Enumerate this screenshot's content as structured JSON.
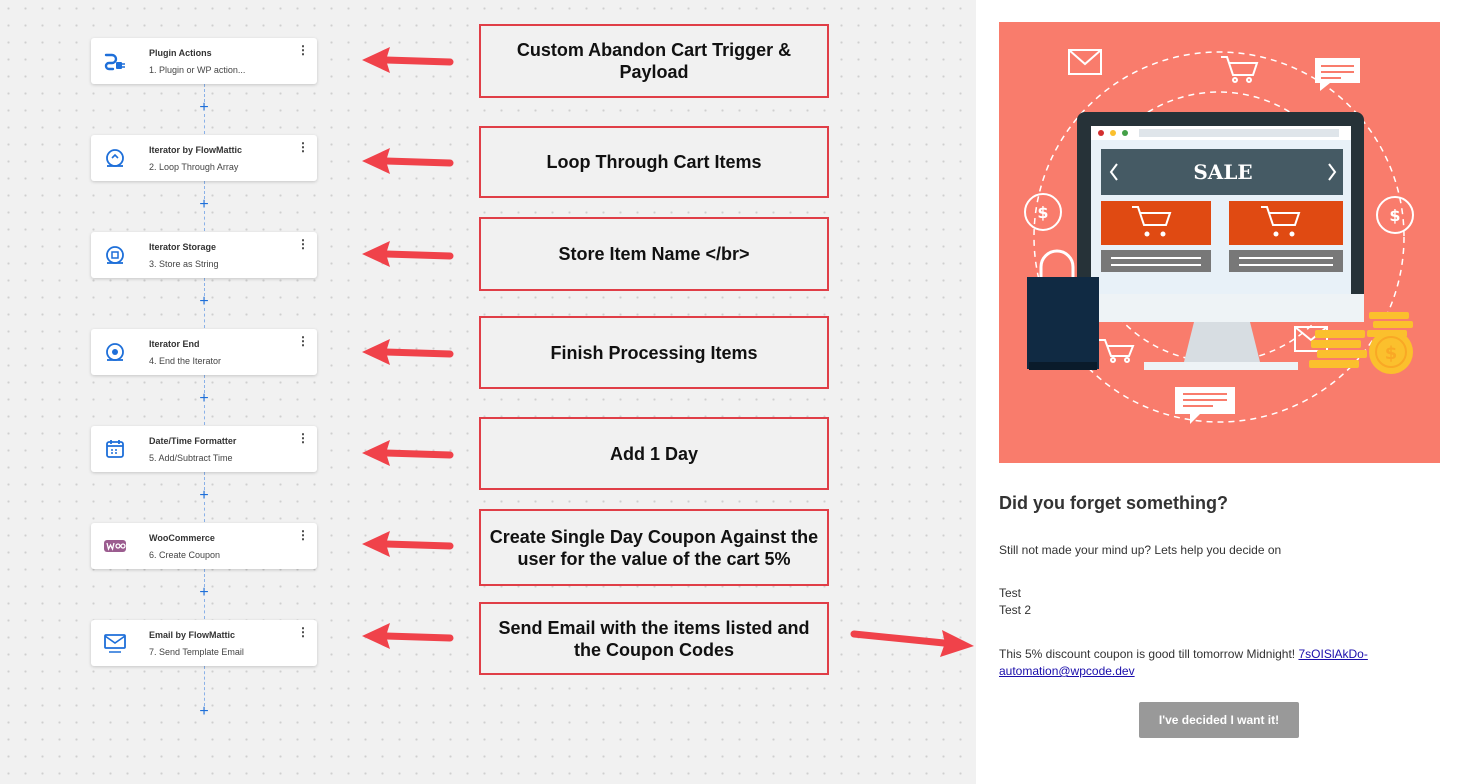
{
  "workflow": {
    "steps": [
      {
        "title": "Plugin Actions",
        "subtitle": "1. Plugin or WP action...",
        "icon": "plug-icon"
      },
      {
        "title": "Iterator by FlowMattic",
        "subtitle": "2. Loop Through Array",
        "icon": "iterator-icon"
      },
      {
        "title": "Iterator Storage",
        "subtitle": "3. Store as String",
        "icon": "iterator-storage-icon"
      },
      {
        "title": "Iterator End",
        "subtitle": "4. End the Iterator",
        "icon": "iterator-end-icon"
      },
      {
        "title": "Date/Time Formatter",
        "subtitle": "5. Add/Subtract Time",
        "icon": "calendar-icon"
      },
      {
        "title": "WooCommerce",
        "subtitle": "6. Create Coupon",
        "icon": "woocommerce-icon"
      },
      {
        "title": "Email by FlowMattic",
        "subtitle": "7. Send Template Email",
        "icon": "email-icon"
      }
    ],
    "add_symbol": "+",
    "menu_symbol": "⋮"
  },
  "annotations": [
    "Custom Abandon Cart Trigger & Payload",
    "Loop Through Cart Items",
    "Store Item Name </br>",
    "Finish Processing Items",
    "Add 1 Day",
    "Create Single Day Coupon Against the user for the value of the cart 5%",
    "Send Email with the items listed and the Coupon Codes"
  ],
  "email": {
    "hero": {
      "banner_text": "SALE"
    },
    "heading": "Did you forget something?",
    "intro": "Still not made your mind up? Lets help you decide on",
    "items": [
      "Test",
      "Test 2"
    ],
    "coupon_text": "This 5% discount coupon is good till tomorrow Midnight! ",
    "coupon_code": "7sOISlAkDo-automation@wpcode.dev",
    "button_label": "I've decided I want it!"
  },
  "colors": {
    "accent_red": "#e03e47",
    "arrow_red": "#f0424a",
    "hero_bg": "#f97c6c",
    "link_blue": "#1e6fd9"
  }
}
